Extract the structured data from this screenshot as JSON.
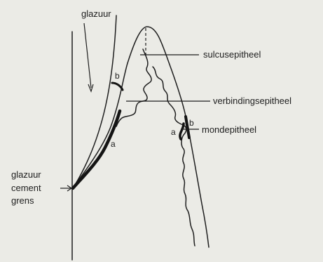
{
  "labels": {
    "glazuur": "glazuur",
    "sulcusepitheel": "sulcusepitheel",
    "verbindingsepitheel": "verbindingsepitheel",
    "mondepitheel": "mondepitheel",
    "junction_line1": "glazuur",
    "junction_line2": "cement",
    "junction_line3": "grens",
    "a_left": "a",
    "b_left": "b",
    "a_right": "a",
    "b_right": "b"
  },
  "colors": {
    "background": "#ebebe6",
    "ink": "#1e1e1e"
  }
}
